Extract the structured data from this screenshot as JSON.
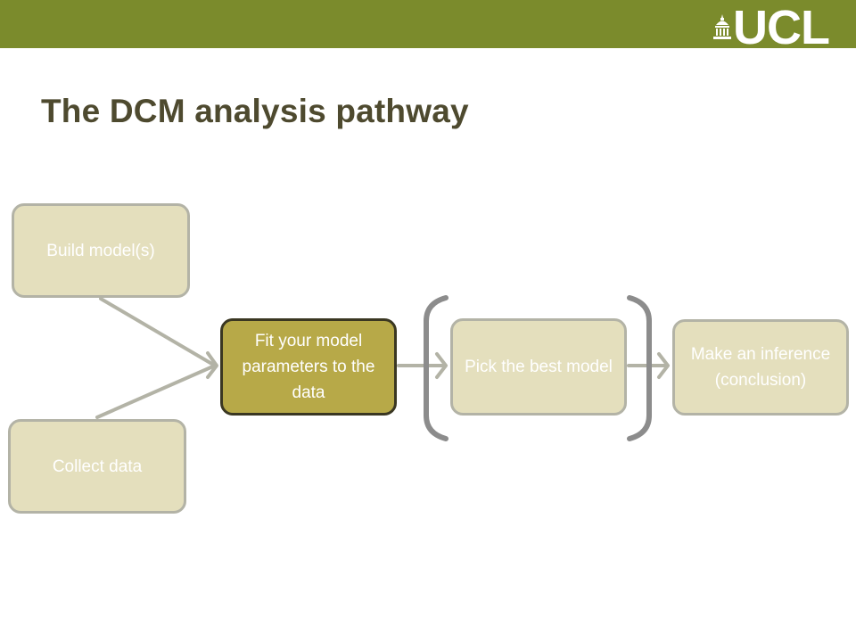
{
  "brand": {
    "logo_text": "UCL",
    "bar_color": "#7b8b2c"
  },
  "slide": {
    "title": "The DCM analysis pathway"
  },
  "diagram": {
    "nodes": {
      "build_model": "Build model(s)",
      "collect_data": "Collect data",
      "fit_model": "Fit your model parameters to the data",
      "pick_best": "Pick the best model",
      "make_inference": "Make an inference (conclusion)"
    },
    "colors": {
      "node_fill": "#e4dfbd",
      "active_node_fill": "#b7a948",
      "connector": "#b3b3a6"
    }
  }
}
